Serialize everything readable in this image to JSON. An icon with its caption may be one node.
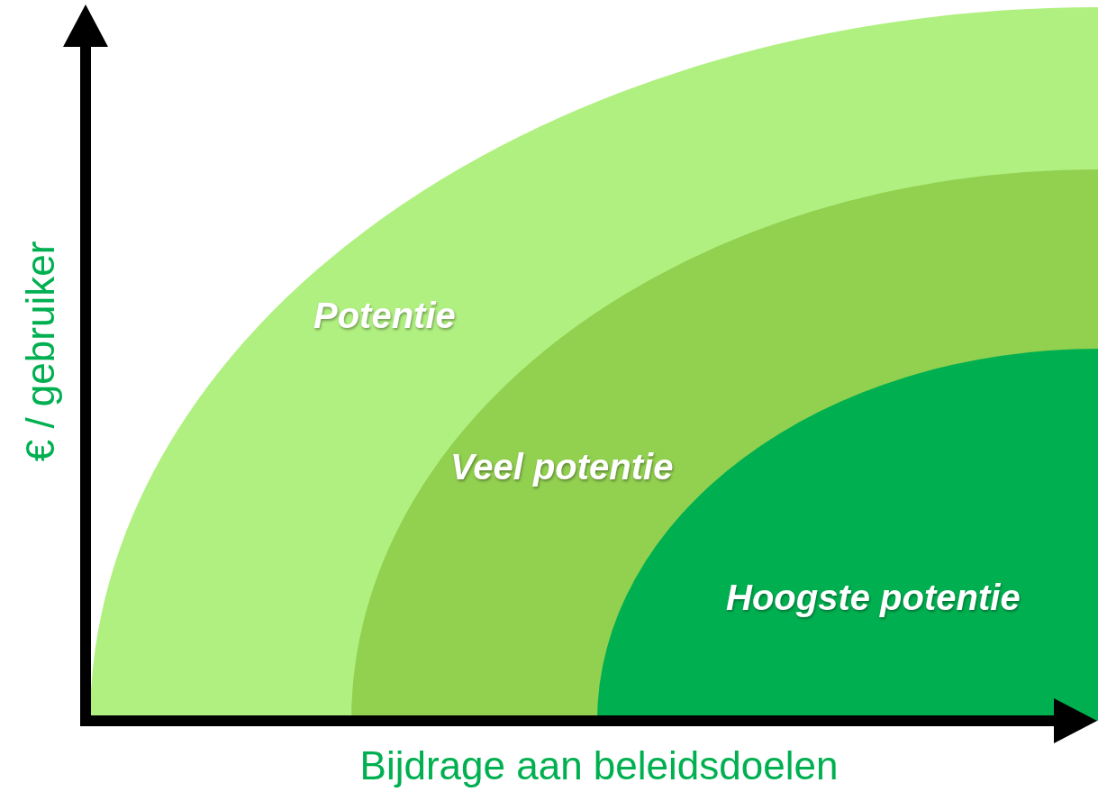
{
  "diagram": {
    "nodes": [
      {
        "text": [
          "Potentie"
        ]
      },
      {
        "text": [
          "Veel potentie"
        ],
        "in": 0
      },
      {
        "text": [
          "Hoogste potentie"
        ],
        "in": 1
      }
    ],
    "labels": [
      "€ / gebruiker",
      "Bijdrage aan beleidsdoelen"
    ]
  }
}
